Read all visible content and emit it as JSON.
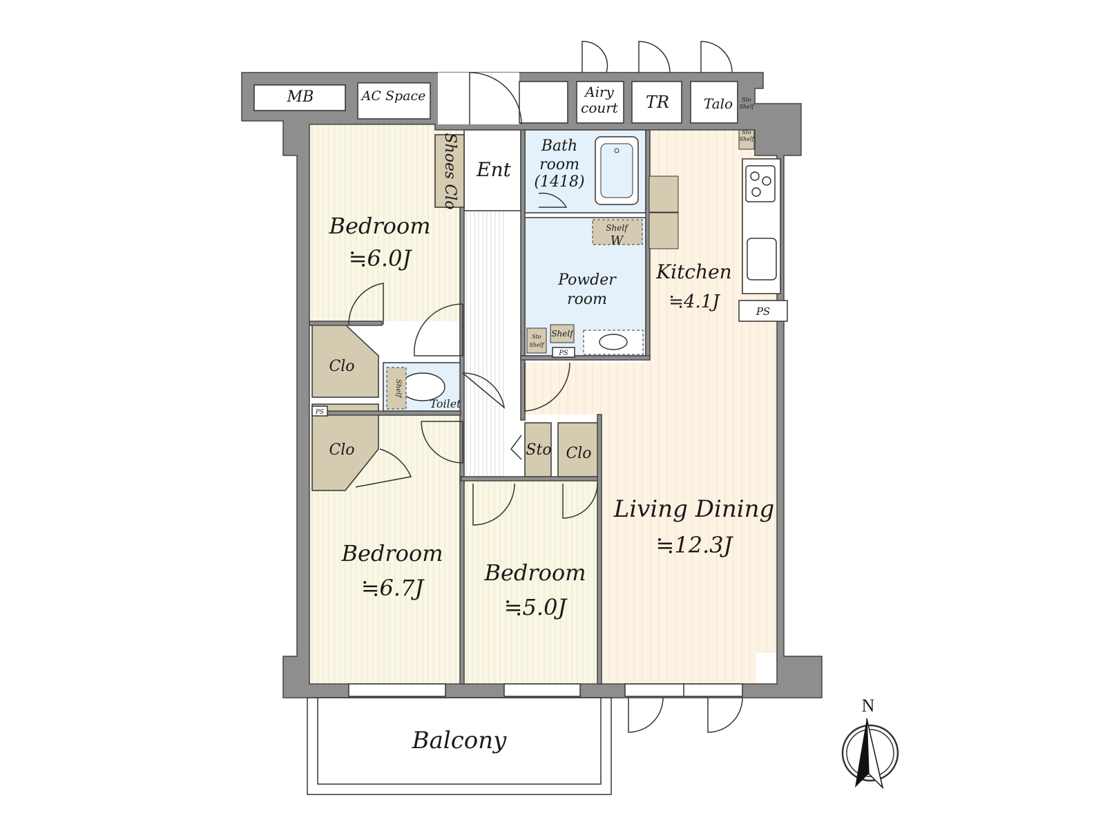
{
  "colors": {
    "bedroom": "#faf7e6",
    "living": "#fdf3e4",
    "wet": "#e4f1fb",
    "closet": "#d5cbb1",
    "wall": "#8e8e8e",
    "outline": "#333333"
  },
  "labels": {
    "mb": "MB",
    "ac_space": "AC Space",
    "airy_court_1": "Airy",
    "airy_court_2": "court",
    "tr": "TR",
    "talo": "Talo",
    "sto_shelf_a": "Sto",
    "sto_shelf_b": "Shelf",
    "shoes_clo": "Shoes Clo",
    "ent": "Ent",
    "bath_1": "Bath",
    "bath_2": "room",
    "bath_3": "(1418)",
    "shelf": "Shelf",
    "w": "W",
    "powder_1": "Powder",
    "powder_2": "room",
    "shelf2": "Shelf",
    "ps": "PS",
    "toilet": "Toilet",
    "toilet_shelf": "Shelf",
    "clo": "Clo",
    "sto": "Sto",
    "kitchen": "Kitchen",
    "kitchen_area": "≒4.1J",
    "bedroom": "Bedroom",
    "bedroom1_area": "≒6.0J",
    "bedroom2_area": "≒6.7J",
    "bedroom3_area": "≒5.0J",
    "living": "Living Dining",
    "living_area": "≒12.3J",
    "balcony": "Balcony",
    "north": "N"
  }
}
